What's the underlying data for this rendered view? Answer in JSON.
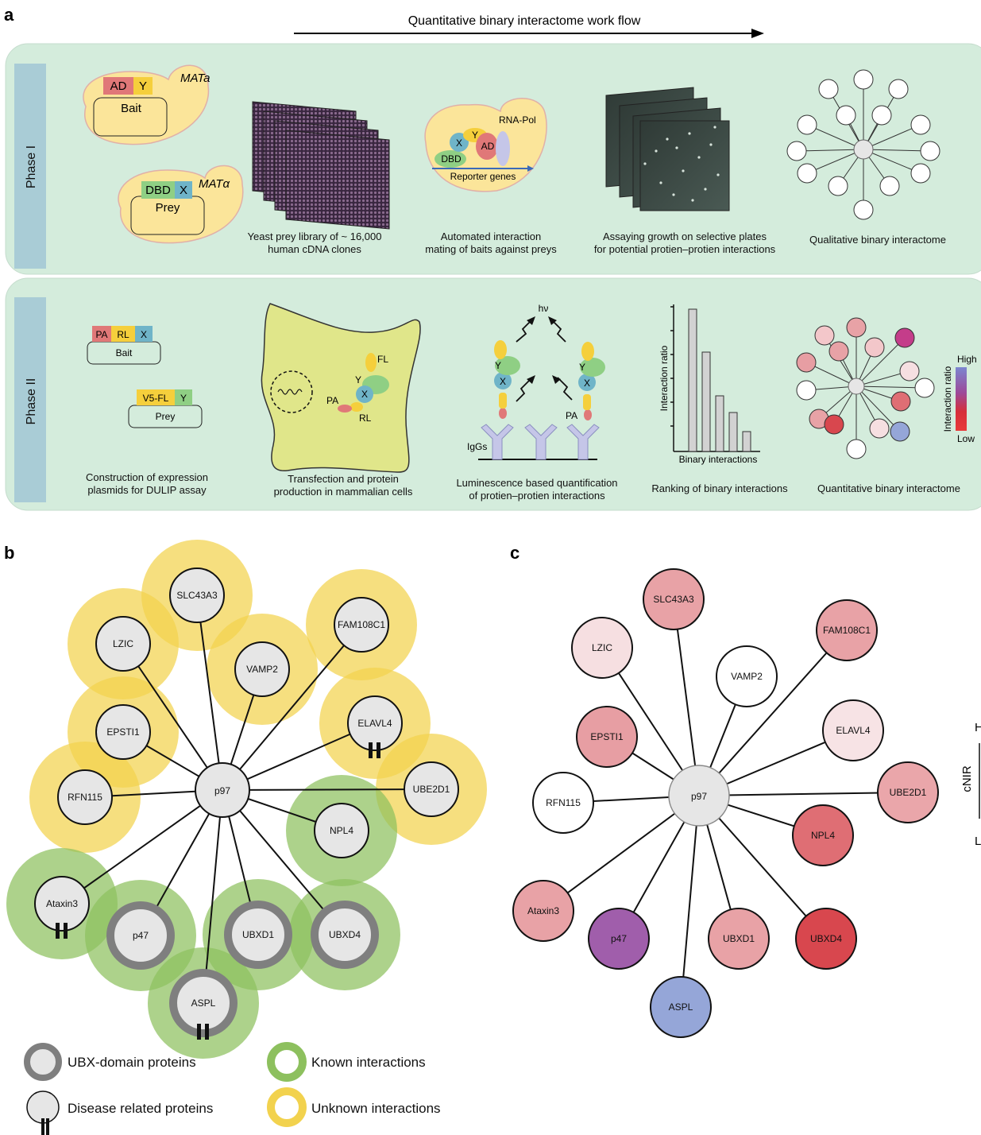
{
  "panel_a": {
    "letter": "a",
    "workflow_title": "Quantitative binary interactome work flow",
    "phase1": {
      "label": "Phase I",
      "bait_tags": [
        "AD",
        "Y"
      ],
      "bait_label": "Bait",
      "bait_mating": "MATa",
      "prey_tags": [
        "DBD",
        "X"
      ],
      "prey_label": "Prey",
      "prey_mating": "MATα",
      "cell_labels": [
        "X",
        "Y",
        "AD",
        "DBD",
        "RNA-Pol",
        "Reporter genes"
      ],
      "captions": [
        [
          "Yeast prey library of ~ 16,000",
          "human cDNA clones"
        ],
        [
          "Automated interaction",
          "mating of baits against preys"
        ],
        [
          "Assaying growth on selective plates",
          "for potential protien–protien interactions"
        ],
        [
          "Qualitative binary interactome"
        ]
      ]
    },
    "phase2": {
      "label": "Phase II",
      "bait_tags": [
        "PA",
        "RL",
        "X"
      ],
      "bait_label": "Bait",
      "prey_tags": [
        "V5-FL",
        "Y"
      ],
      "prey_label": "Prey",
      "transfection_labels": [
        "FL",
        "Y",
        "X",
        "PA",
        "RL"
      ],
      "lumi_labels": [
        "hν",
        "Y",
        "X",
        "Y",
        "X",
        "PA",
        "IgGs"
      ],
      "ranking_ylabel": "Interaction ratio",
      "ranking_xlabel": "Binary interactions",
      "colorbar": {
        "title": "Interaction ratio",
        "high": "High",
        "low": "Low"
      },
      "captions": [
        [
          "Construction of expression",
          "plasmids for DULIP assay"
        ],
        [
          "Transfection and protein",
          "production in mammalian cells"
        ],
        [
          "Luminescence based quantification",
          "of protien–protien interactions"
        ],
        [
          "Ranking of binary interactions"
        ],
        [
          "Quantitative binary interactome"
        ]
      ]
    }
  },
  "panel_b": {
    "letter": "b",
    "hub": "p97",
    "nodes": [
      {
        "name": "SLC43A3",
        "interaction": "unknown",
        "ubx": false,
        "disease": false
      },
      {
        "name": "LZIC",
        "interaction": "unknown",
        "ubx": false,
        "disease": false
      },
      {
        "name": "FAM108C1",
        "interaction": "unknown",
        "ubx": false,
        "disease": false
      },
      {
        "name": "VAMP2",
        "interaction": "unknown",
        "ubx": false,
        "disease": false
      },
      {
        "name": "EPSTI1",
        "interaction": "unknown",
        "ubx": false,
        "disease": false
      },
      {
        "name": "ELAVL4",
        "interaction": "unknown",
        "ubx": false,
        "disease": true
      },
      {
        "name": "UBE2D1",
        "interaction": "unknown",
        "ubx": false,
        "disease": false
      },
      {
        "name": "RFN115",
        "interaction": "unknown",
        "ubx": false,
        "disease": false
      },
      {
        "name": "NPL4",
        "interaction": "known",
        "ubx": false,
        "disease": false
      },
      {
        "name": "Ataxin3",
        "interaction": "known",
        "ubx": false,
        "disease": true
      },
      {
        "name": "p47",
        "interaction": "known",
        "ubx": true,
        "disease": false
      },
      {
        "name": "UBXD1",
        "interaction": "known",
        "ubx": true,
        "disease": false
      },
      {
        "name": "UBXD4",
        "interaction": "known",
        "ubx": true,
        "disease": false
      },
      {
        "name": "ASPL",
        "interaction": "known",
        "ubx": true,
        "disease": true
      }
    ],
    "legend": [
      "UBX-domain proteins",
      "Known interactions",
      "Disease related proteins",
      "Unknown interactions"
    ]
  },
  "panel_c": {
    "letter": "c",
    "hub": "p97",
    "nodes": [
      {
        "name": "SLC43A3",
        "color": "#e8a2a6"
      },
      {
        "name": "LZIC",
        "color": "#f6dfe1"
      },
      {
        "name": "FAM108C1",
        "color": "#e8a2a6"
      },
      {
        "name": "VAMP2",
        "color": "#ffffff"
      },
      {
        "name": "EPSTI1",
        "color": "#e79ea3"
      },
      {
        "name": "ELAVL4",
        "color": "#f7e3e5"
      },
      {
        "name": "UBE2D1",
        "color": "#eaa6aa"
      },
      {
        "name": "RFN115",
        "color": "#ffffff"
      },
      {
        "name": "NPL4",
        "color": "#df6e74"
      },
      {
        "name": "Ataxin3",
        "color": "#e8a2a6"
      },
      {
        "name": "p47",
        "color": "#a05eab"
      },
      {
        "name": "UBXD1",
        "color": "#e8a2a6"
      },
      {
        "name": "UBXD4",
        "color": "#d8474e"
      },
      {
        "name": "ASPL",
        "color": "#95a6d8"
      }
    ],
    "scale_labels": [
      "H",
      "cNIR",
      "L"
    ]
  },
  "colors": {
    "phase_bg": "#d4ecdc",
    "phase_tab": "#a9ccd6",
    "known": "#8dc05e",
    "unknown": "#f2d24e",
    "ubx_ring": "#7f7f7f",
    "node_fill": "#e6e6e6"
  }
}
